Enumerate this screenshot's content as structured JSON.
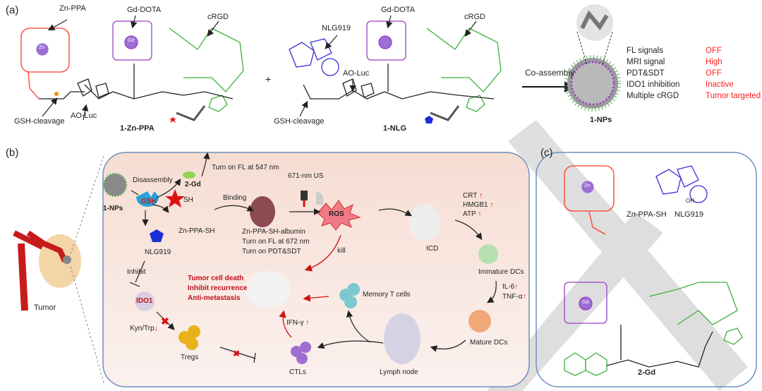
{
  "panel_a": {
    "label": "(a)",
    "mol1": {
      "zn_ppa": "Zn-PPA",
      "gd_dota": "Gd-DOTA",
      "crgd": "cRGD",
      "ao_luc": "AO-Luc",
      "gsh_cleavage": "GSH-cleavage",
      "name": "1-Zn-PPA",
      "metal_zn": "Zn",
      "metal_gd": "Gd"
    },
    "plus": "+",
    "mol2": {
      "nlg919": "NLG919",
      "gd_dota": "Gd-DOTA",
      "crgd": "cRGD",
      "ao_luc": "AO-Luc",
      "gsh_cleavage": "GSH-cleavage",
      "name": "1-NLG"
    },
    "arrow_label": "Co-assembly",
    "np_label": "1-NPs",
    "properties": [
      {
        "key": "FL signals",
        "value": "OFF"
      },
      {
        "key": "MRI signal",
        "value": "High"
      },
      {
        "key": "PDT&SDT",
        "value": "OFF"
      },
      {
        "key": "IDO1 inhibition",
        "value": "Inactive"
      },
      {
        "key": "Multiple cRGD",
        "value": "Tumor targeted"
      }
    ]
  },
  "panel_b": {
    "label": "(b)",
    "tumor": "Tumor",
    "nps": "1-NPs",
    "disassembly": "Disassembly",
    "gsh": "GSH",
    "gd2": "2-Gd",
    "fl547": "Turn on FL at 547 nm",
    "znppash": "Zn-PPA-SH",
    "sh": "SH",
    "binding": "Binding",
    "nlg919": "NLG919",
    "light_us": "671-nm  US",
    "ros": "ROS",
    "albumin": [
      "Zn-PPA-SH-albumin",
      "Turn on FL at 672 nm",
      "Turn on PDT&SDT"
    ],
    "kill": "kill",
    "icd": "ICD",
    "markers": [
      "CRT",
      "HMGB1",
      "ATP"
    ],
    "immature": "Immature DCs",
    "cytokines": [
      "IL-6",
      "TNF-α"
    ],
    "mature": "Mature DCs",
    "lymph": "Lymph node",
    "ctls": "CTLs",
    "memory": "Memory T cells",
    "ifn": "IFN-γ",
    "outcomes": [
      "Tumor cell death",
      "Inhibit recurrence",
      "Anti-metastasis"
    ],
    "inhibit": "Inhibit",
    "ido1": "IDO1",
    "kyn": "Kyn/Trp",
    "tregs": "Tregs",
    "up_arrow": "↑",
    "down_arrow": "↓"
  },
  "panel_c": {
    "label": "(c)",
    "znppash": "Zn-PPA-SH",
    "nlg919": "NLG919",
    "gd2": "2-Gd",
    "metal_zn": "Zn",
    "metal_gd": "Gd",
    "oh": "OH"
  },
  "colors": {
    "porphyrin": "#ff3a2a",
    "dota": "#9b3fc6",
    "crgd": "#3fb03f",
    "nlg": "#3a2fd6",
    "linker": "#222222",
    "panel_fill": "#f7e4dc",
    "panel_border": "#6d8fbf",
    "highlight": "#ff2020"
  }
}
